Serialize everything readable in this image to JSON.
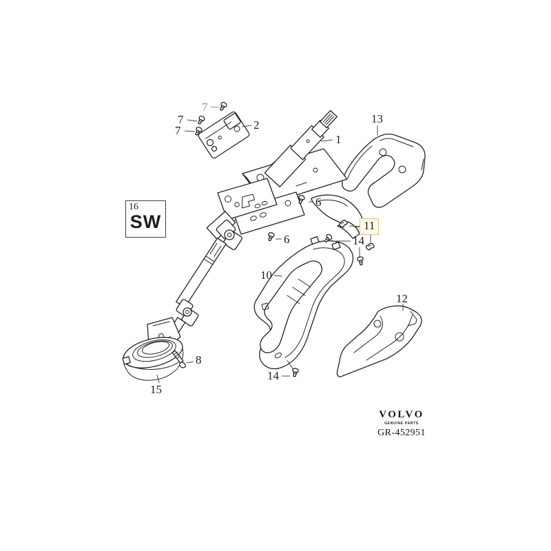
{
  "diagram": {
    "code": "GR-452951",
    "brand": {
      "name": "VOLVO",
      "tagline": "GENUINE PARTS"
    },
    "ref_box": {
      "index": "16",
      "code": "SW"
    },
    "colors": {
      "line": "#222222",
      "leader": "#444444",
      "label": "#1d1d1d",
      "muted_label": "#8f8f8f",
      "highlight_border": "#e6c17c",
      "highlight_fill": "#fdf8ea"
    },
    "callouts": {
      "screw_top": "7",
      "screw_upper": "7",
      "screw_lower": "7",
      "ignition_housing": "2",
      "upper_shaft": "1",
      "upper_cover": "13",
      "screw_right": "6",
      "screw_left": "6",
      "clip": "11",
      "screw_cover_upper": "14",
      "lower_cover": "10",
      "side_cover": "12",
      "yoke_bolt": "8",
      "sealing_boot": "15",
      "screw_cover_lower": "14"
    }
  }
}
